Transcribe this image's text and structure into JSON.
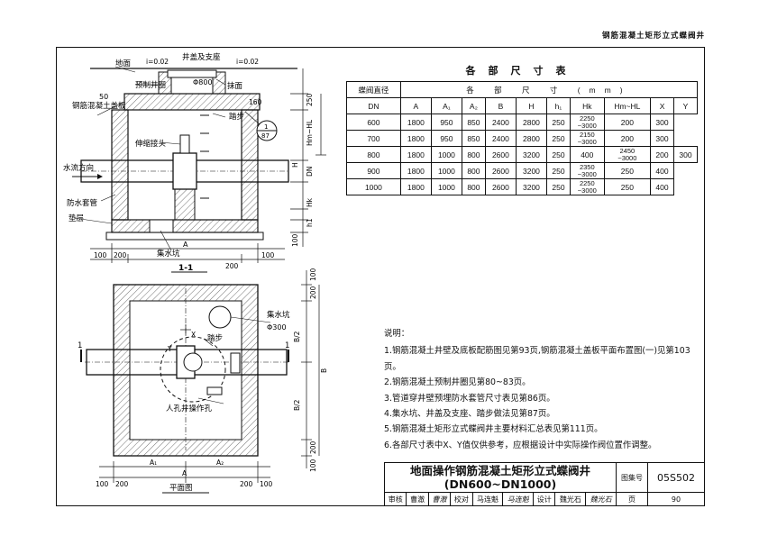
{
  "header": {
    "sheet_title": "钢筋混凝土矩形立式蝶阀井"
  },
  "section_view": {
    "labels": {
      "ground": "地面",
      "slope_left": "i=0.02",
      "slope_right": "i=0.02",
      "cover": "井盖及支座",
      "cover_dia": "Φ800",
      "finish": "抹面",
      "precast_ring": "预制井圈",
      "rc_slab": "钢筋混凝土盖板",
      "step": "踏步",
      "expansion_joint": "伸缩接头",
      "flow_dir": "水流方向",
      "sleeve": "防水套管",
      "cushion": "垫层",
      "sump": "集水坑",
      "dim_A": "A",
      "ref_no": "1",
      "ref_page": "87"
    },
    "dims": {
      "d50": "50",
      "d160": "160",
      "d250": "250",
      "hm": "Hm~HL",
      "h": "H",
      "dn": "DN",
      "hk": "Hk",
      "h1": "h1",
      "d100v": "100",
      "d100a": "100",
      "d200a": "200",
      "d200b": "200",
      "d100b": "100"
    },
    "section_mark": "1-1"
  },
  "plan_view": {
    "labels": {
      "sump": "集水坑",
      "sump_dia": "Φ300",
      "step": "踏步",
      "x": "X",
      "y": "Y",
      "manhole": "人孔井操作孔",
      "cut_l": "1",
      "cut_r": "1",
      "a1": "A₁",
      "a2": "A₂",
      "a": "A",
      "b": "B",
      "b2_top": "B/2",
      "b2_bot": "B/2",
      "title": "平面图"
    },
    "dims": {
      "d100t": "100",
      "d200t": "200",
      "d200b": "200",
      "d100b": "100",
      "d100l": "100",
      "d200l": "200",
      "d200r": "200",
      "d100r": "100"
    }
  },
  "dim_table": {
    "title": "各部尺寸表",
    "group_header": "各 部 尺 寸 (mm)",
    "first_col": "蝶阀直径",
    "columns": [
      "DN",
      "A",
      "A₁",
      "A₂",
      "B",
      "H",
      "h₁",
      "Hk",
      "Hm~HL",
      "X",
      "Y"
    ],
    "rows": [
      [
        "600",
        "1800",
        "950",
        "850",
        "2400",
        "2800",
        "250",
        "",
        "2250\n~3000",
        "200",
        "300"
      ],
      [
        "700",
        "1800",
        "950",
        "850",
        "2400",
        "2800",
        "250",
        "",
        "2150\n~3000",
        "200",
        "300"
      ],
      [
        "800",
        "1800",
        "1000",
        "800",
        "2600",
        "3200",
        "250",
        "400",
        "2450\n~3000",
        "200",
        "300"
      ],
      [
        "900",
        "1800",
        "1000",
        "800",
        "2600",
        "3200",
        "250",
        "",
        "2350\n~3000",
        "250",
        "400"
      ],
      [
        "1000",
        "1800",
        "1000",
        "800",
        "2600",
        "3200",
        "250",
        "",
        "2250\n~3000",
        "250",
        "400"
      ]
    ]
  },
  "notes": {
    "heading": "说明：",
    "items": [
      "1.钢筋混凝土井壁及底板配筋图见第93页,钢筋混凝土盖板平面布置图(一)见第103页。",
      "2.钢筋混凝土预制井圈见第80~83页。",
      "3.管道穿井壁预埋防水套管尺寸表见第86页。",
      "4.集水坑、井盖及支座、踏步做法见第87页。",
      "5.钢筋混凝土矩形立式蝶阀井主要材料汇总表见第111页。",
      "6.各部尺寸表中X、Y值仅供参考，应根据设计中实际操作阀位置作调整。"
    ]
  },
  "title_block": {
    "title_line1": "地面操作钢筋混凝土矩形立式蝶阀井",
    "title_line2": "(DN600~DN1000)",
    "atlas_label": "图集号",
    "atlas_no": "05S502",
    "review_label": "审核",
    "review_name": "曹澈",
    "review_sign": "曹澈",
    "check_label": "校对",
    "check_name": "马连魁",
    "check_sign": "马连魁",
    "design_label": "设计",
    "design_name": "魏光石",
    "design_sign": "魏光石",
    "page_label": "页",
    "page_no": "90"
  }
}
